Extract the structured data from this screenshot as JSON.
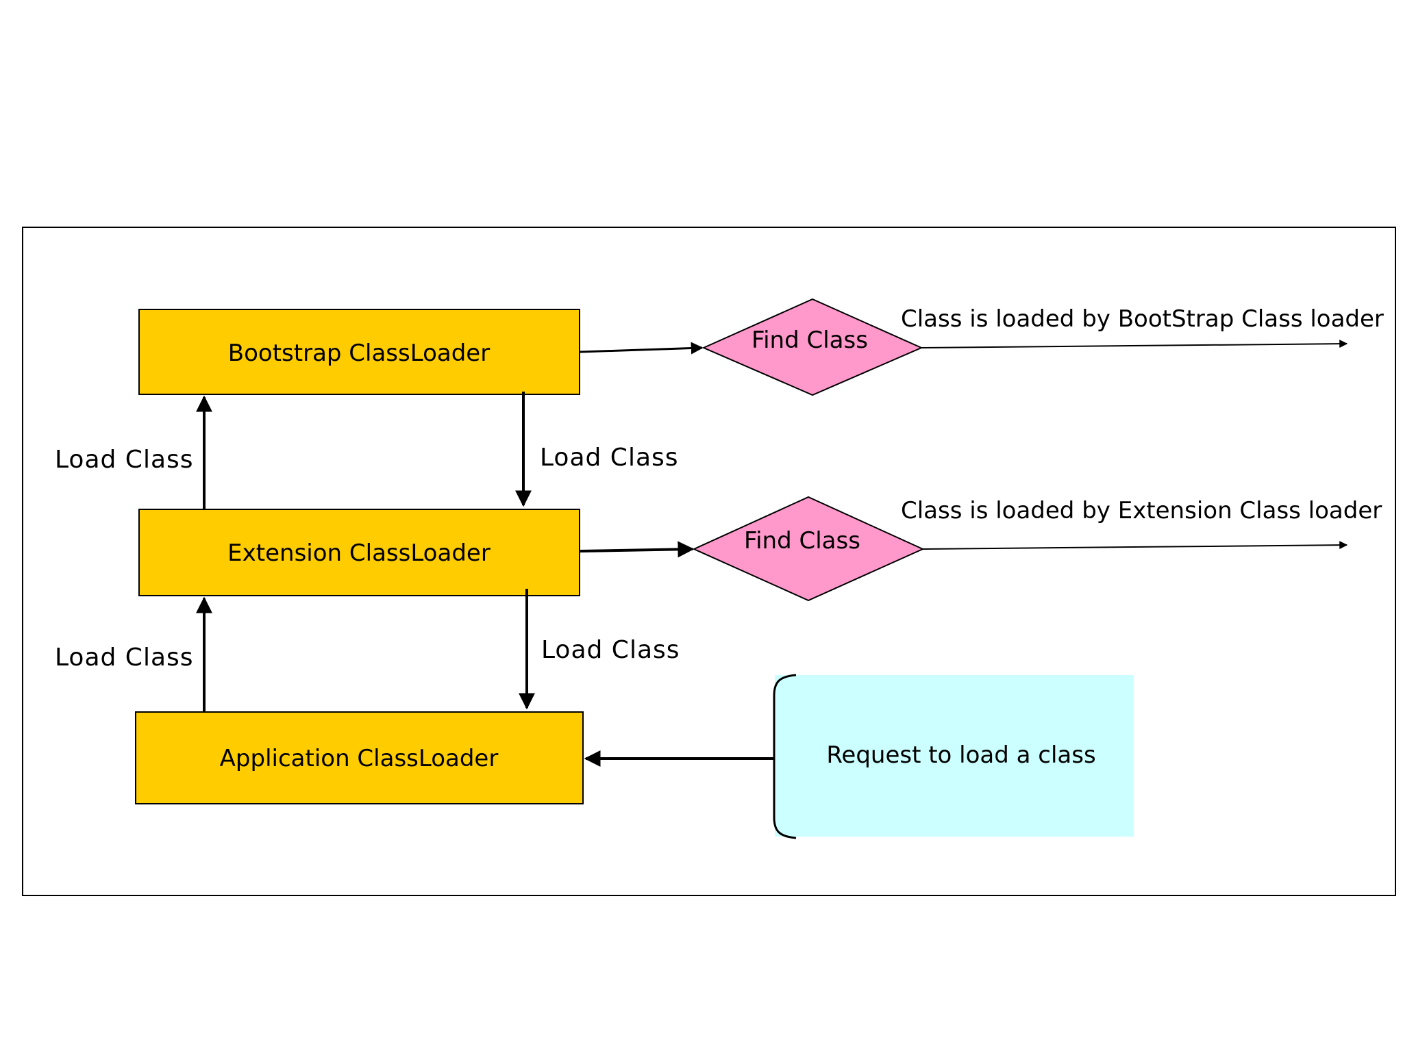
{
  "diagram": {
    "nodes": {
      "bootstrap": {
        "label": "Bootstrap ClassLoader"
      },
      "extension": {
        "label": "Extension ClassLoader"
      },
      "application": {
        "label": "Application ClassLoader"
      },
      "find_class_bootstrap": {
        "label": "Find Class"
      },
      "find_class_extension": {
        "label": "Find Class"
      },
      "request": {
        "label": "Request to load a class"
      }
    },
    "edge_labels": {
      "app_to_ext_up": "Load Class",
      "ext_to_boot_up": "Load Class",
      "boot_to_ext_down": "Load Class",
      "ext_to_app_down": "Load Class",
      "bootstrap_result": "Class is loaded by BootStrap Class loader",
      "extension_result": "Class is loaded by Extension Class loader"
    },
    "colors": {
      "loader_fill": "#FFCC00",
      "diamond_fill": "#FF99CC",
      "request_fill": "#CCFFFF",
      "stroke": "#000000",
      "background": "#FFFFFF"
    }
  }
}
